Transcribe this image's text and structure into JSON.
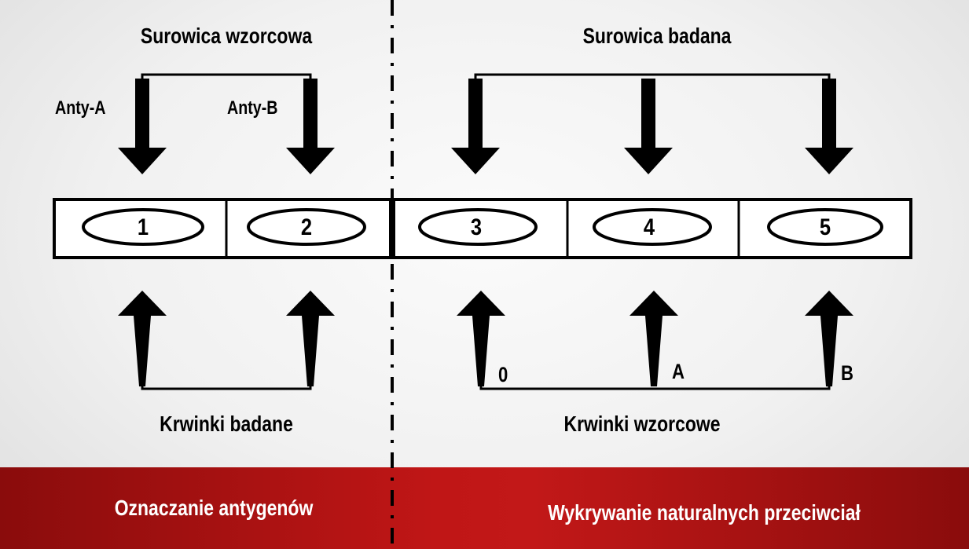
{
  "left": {
    "header": "Surowica wzorcowa",
    "reagents": [
      "Anty-A",
      "Anty-B"
    ],
    "bottom_label": "Krwinki badane",
    "footer": "Oznaczanie antygenów"
  },
  "right": {
    "header": "Surowica badana",
    "cell_types": [
      "0",
      "A",
      "B"
    ],
    "bottom_label": "Krwinki wzorcowe",
    "footer": "Wykrywanie naturalnych przeciwciał"
  },
  "wells": [
    "1",
    "2",
    "3",
    "4",
    "5"
  ],
  "colors": {
    "footer_red": "#c01616",
    "ink": "#000000",
    "footer_text": "#ffffff"
  }
}
